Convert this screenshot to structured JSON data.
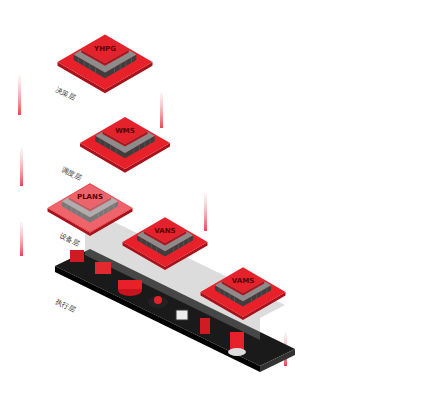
{
  "diagram": {
    "nodes": [
      {
        "text": [
          "YHPG"
        ]
      },
      {
        "text": [
          "WMS"
        ]
      },
      {
        "text": [
          "PLANS"
        ]
      },
      {
        "text": [
          "VANS"
        ]
      },
      {
        "text": [
          "VAMS"
        ]
      }
    ],
    "labels": [
      "决策层",
      "调度层",
      "设备层",
      "执行层"
    ]
  }
}
